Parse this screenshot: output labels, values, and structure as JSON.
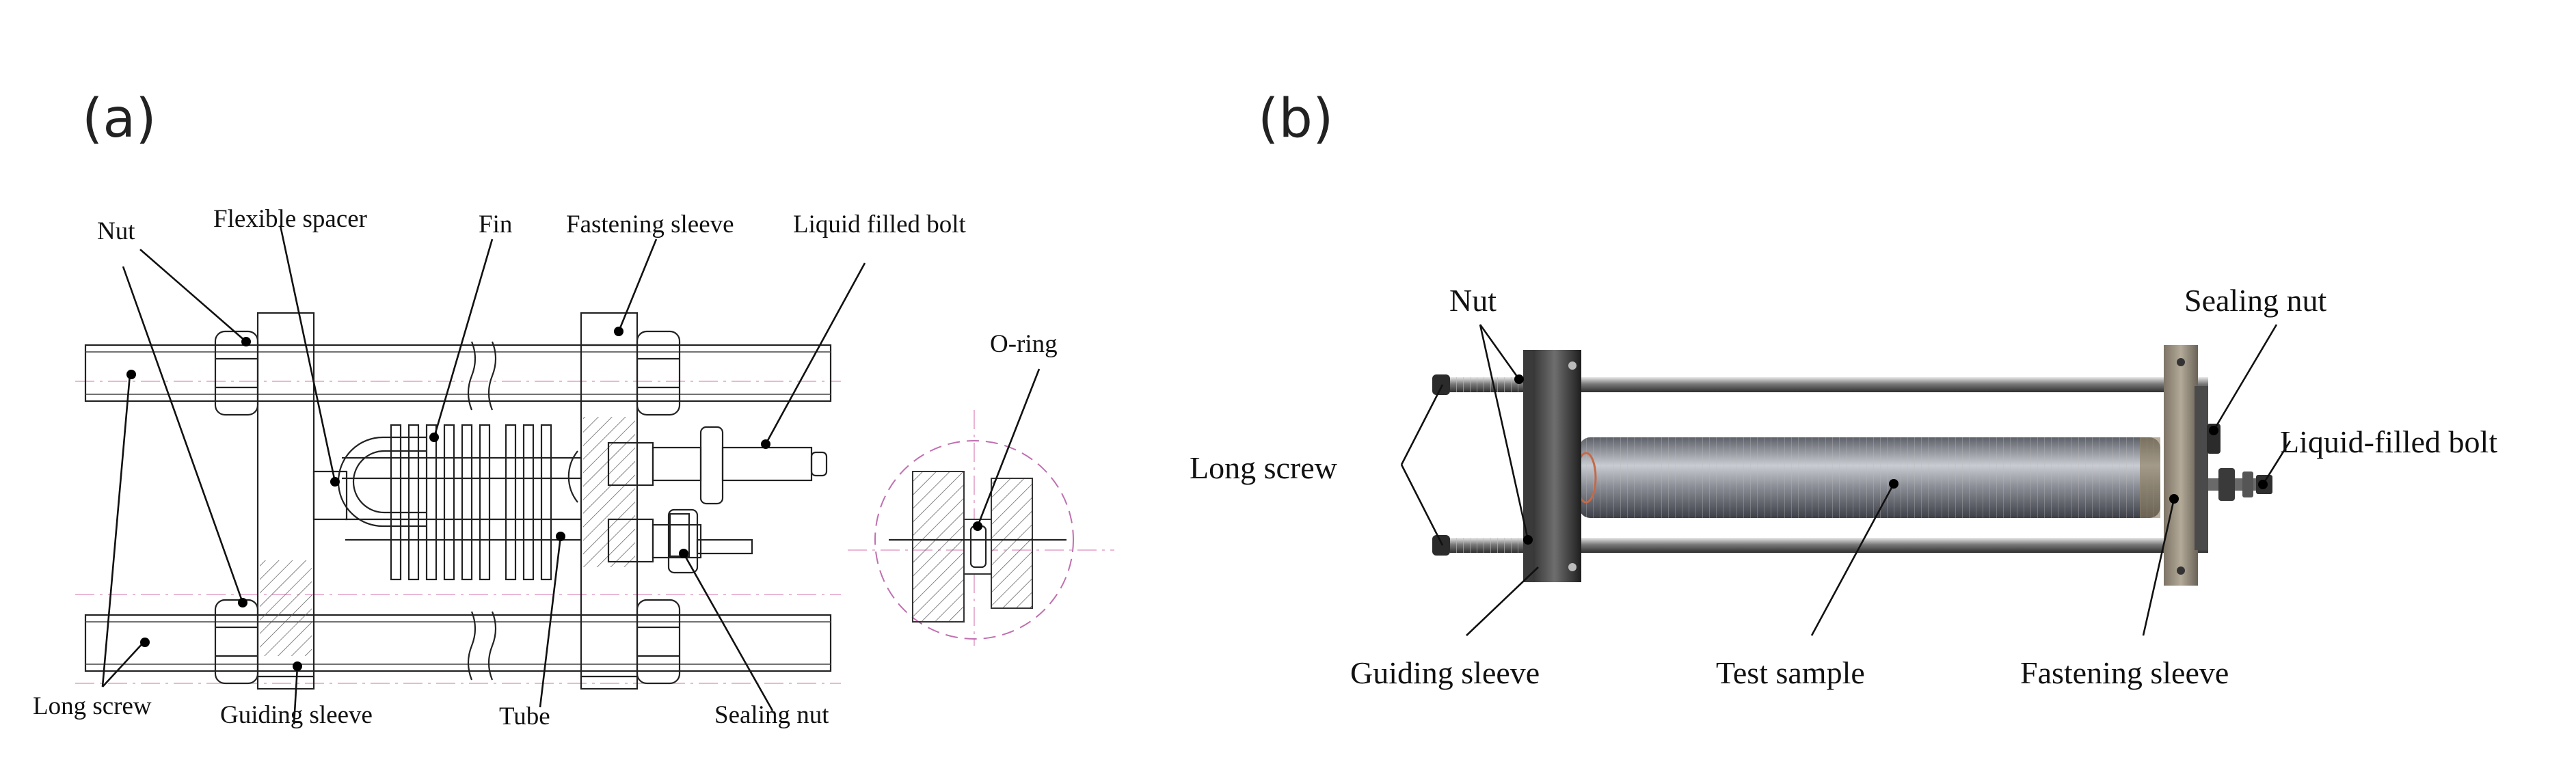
{
  "panels": {
    "a": {
      "label": "(a)",
      "labels": {
        "nut": "Nut",
        "flexible_spacer": "Flexible spacer",
        "fin": "Fin",
        "fastening_sleeve": "Fastening sleeve",
        "liquid_filled_bolt": "Liquid filled bolt",
        "o_ring": "O-ring",
        "long_screw": "Long screw",
        "guiding_sleeve": "Guiding sleeve",
        "tube": "Tube",
        "sealing_nut": "Sealing nut"
      }
    },
    "b": {
      "label": "(b)",
      "labels": {
        "nut": "Nut",
        "sealing_nut": "Sealing nut",
        "liquid_filled_bolt": "Liquid-filled bolt",
        "long_screw": "Long screw",
        "guiding_sleeve": "Guiding sleeve",
        "test_sample": "Test sample",
        "fastening_sleeve": "Fastening sleeve"
      }
    }
  },
  "colors": {
    "centerline": "#e4a0c8",
    "o_ring_mark": "#c070b0"
  }
}
